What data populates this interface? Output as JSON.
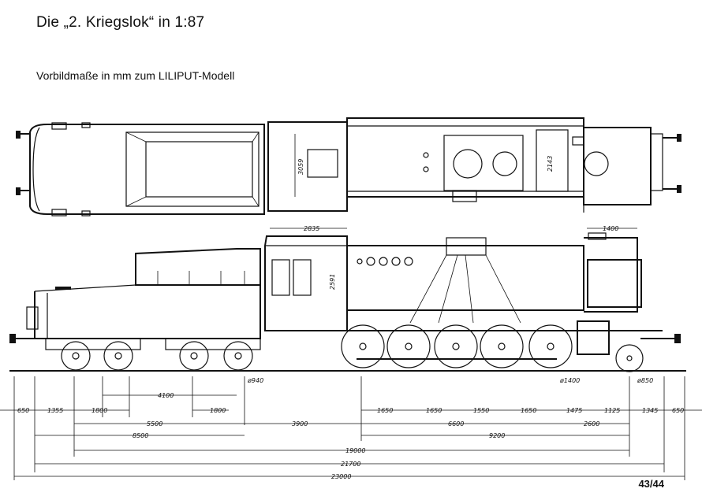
{
  "title": "Die „2. Kriegslok“ in 1:87",
  "subtitle": "Vorbildmaße in mm zum LILIPUT-Modell",
  "page_number": "43/44",
  "dims": {
    "d2835": "2835",
    "d1400_top": "1400",
    "d3059": "3059",
    "d2143": "2143",
    "d2591": "2591",
    "w940": "ø940",
    "w1400": "ø1400",
    "w850": "ø850",
    "d650_l": "650",
    "d1355": "1355",
    "d1800_a": "1800",
    "d4100": "4100",
    "d1800_b": "1800",
    "d5500": "5500",
    "d3900": "3900",
    "d8500": "8500",
    "d1650_a": "1650",
    "d1650_b": "1650",
    "d1550": "1550",
    "d1650_c": "1650",
    "d1475": "1475",
    "d1125": "1125",
    "d1345": "1345",
    "d650_r": "650",
    "d6600": "6600",
    "d2600": "2600",
    "d9200": "9200",
    "d19000": "19000",
    "d21700": "21700",
    "d23000": "23000"
  }
}
